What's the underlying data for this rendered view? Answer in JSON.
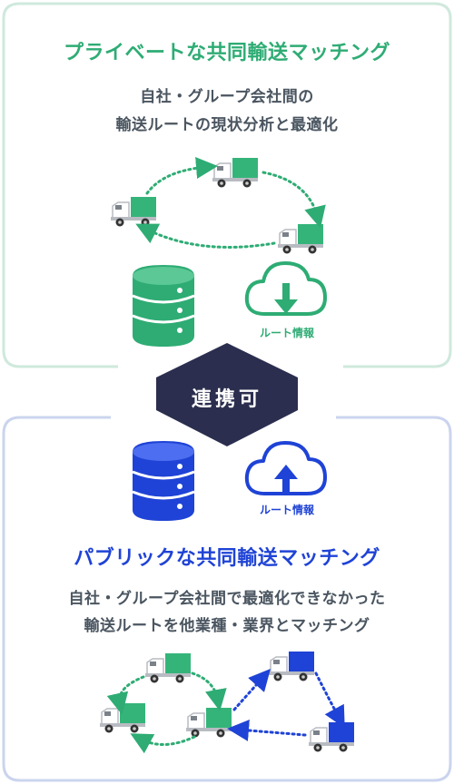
{
  "private_section": {
    "title": "プライベートな共同輸送マッチング",
    "desc_line1": "自社・グループ会社間の",
    "desc_line2": "輸送ルートの現状分析と最適化",
    "cloud_label": "ルート情報",
    "color": "#2eac74",
    "border_color": "#cfe9dd"
  },
  "link_badge": {
    "label": "連携可",
    "color": "#2b2e4e"
  },
  "public_section": {
    "title": "パブリックな共同輸送マッチング",
    "desc_line1": "自社・グループ会社間で最適化できなかった",
    "desc_line2": "輸送ルートを他業種・業界とマッチング",
    "cloud_label": "ルート情報",
    "color": "#1f43d6",
    "border_color": "#cbd4ee"
  },
  "icons": [
    "truck-icon",
    "database-icon",
    "cloud-download-icon",
    "cloud-upload-icon",
    "arrow-icon"
  ]
}
